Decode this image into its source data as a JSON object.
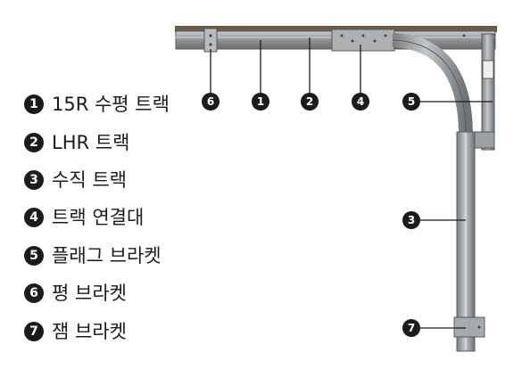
{
  "legend": [
    {
      "number": "1",
      "label": "15R 수평 트랙"
    },
    {
      "number": "2",
      "label": "LHR 트랙"
    },
    {
      "number": "3",
      "label": "수직 트랙"
    },
    {
      "number": "4",
      "label": "트랙 연결대"
    },
    {
      "number": "5",
      "label": "플래그 브라켓"
    },
    {
      "number": "6",
      "label": "평 브라켓"
    },
    {
      "number": "7",
      "label": "잼 브라켓"
    }
  ],
  "callouts": {
    "c6": "6",
    "c1": "1",
    "c2": "2",
    "c4": "4",
    "c5": "5",
    "c3": "3",
    "c7": "7"
  }
}
